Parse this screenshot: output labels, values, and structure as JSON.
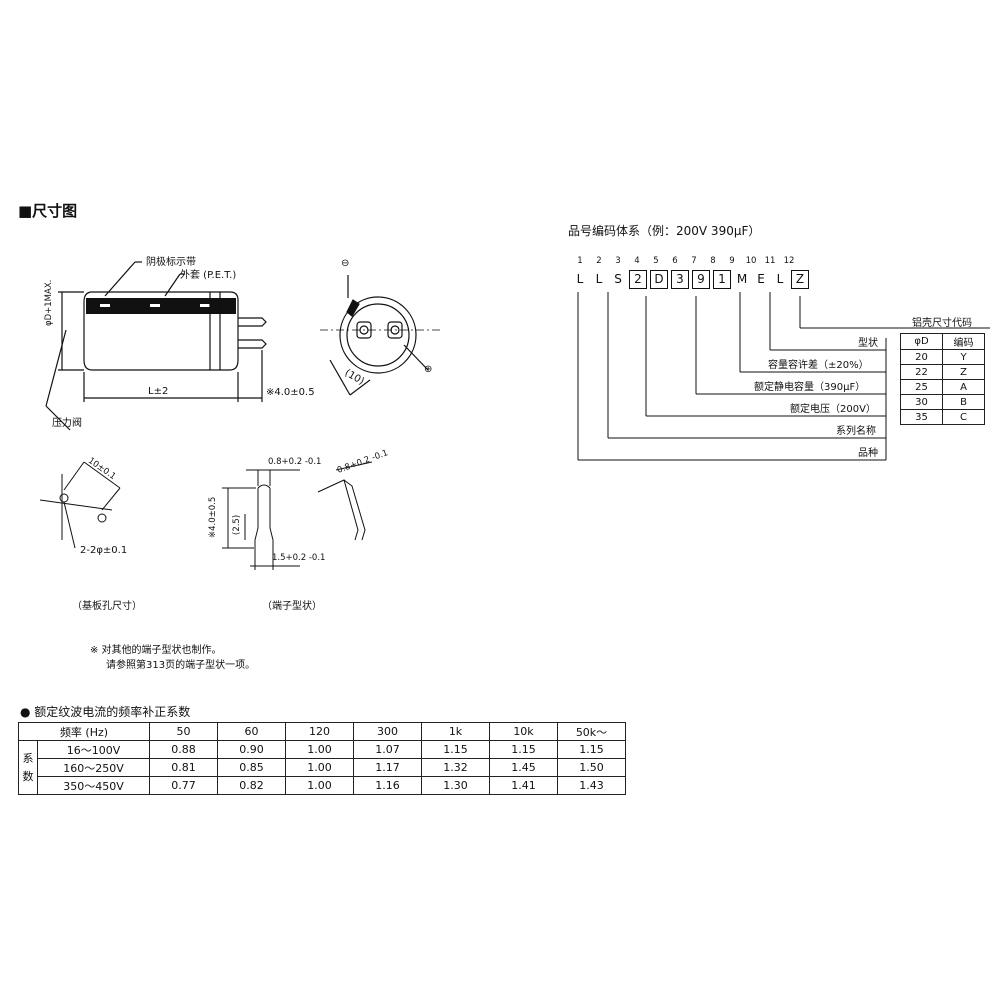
{
  "section_title": "■尺寸图",
  "drawing": {
    "cathode_band_label": "阴极标示带",
    "sleeve_label": "外套 (P.E.T.)",
    "diameter_label": "φD+1MAX.",
    "length_label": "L±2",
    "terminal_spacing_label": "※4.0±0.5",
    "vent_label": "压力阀",
    "pitch_label": "(10)",
    "minus_mark": "⊖",
    "plus_mark": "⊕",
    "pcb_pitch": "10±0.1",
    "pcb_hole": "2-2φ±0.1",
    "pcb_caption": "（基板孔尺寸）",
    "term_width": "0.8+0.2 -0.1",
    "term_width_2": "0.8+0.2 -0.1",
    "term_height": "※4.0±0.5",
    "term_25": "(2.5)",
    "term_base": "1.5+0.2 -0.1",
    "term_caption": "（端子型状）",
    "note_1": "※ 对其他的端子型状也制作。",
    "note_2": "请参照第313页的端子型状一项。"
  },
  "code_system": {
    "title": "品号编码体系（例：200V 390μF）",
    "positions": [
      "1",
      "2",
      "3",
      "4",
      "5",
      "6",
      "7",
      "8",
      "9",
      "10",
      "11",
      "12"
    ],
    "chars": [
      "L",
      "L",
      "S",
      "2",
      "D",
      "3",
      "9",
      "1",
      "M",
      "E",
      "L",
      "Z"
    ],
    "boxed": [
      false,
      false,
      false,
      true,
      true,
      true,
      true,
      true,
      false,
      false,
      false,
      true
    ],
    "labels": {
      "case_code": "铝壳尺寸代码",
      "shape": "型状",
      "tolerance": "容量容许差（±20%）",
      "capacitance": "额定静电容量（390μF）",
      "voltage": "额定电压（200V）",
      "series": "系列名称",
      "product": "品种"
    },
    "case_table": {
      "headers": [
        "φD",
        "编码"
      ],
      "rows": [
        [
          "20",
          "Y"
        ],
        [
          "22",
          "Z"
        ],
        [
          "25",
          "A"
        ],
        [
          "30",
          "B"
        ],
        [
          "35",
          "C"
        ]
      ]
    }
  },
  "freq_table": {
    "title": "● 额定纹波电流的频率补正系数",
    "freq_header": "频率 (Hz)",
    "freqs": [
      "50",
      "60",
      "120",
      "300",
      "1k",
      "10k",
      "50k～"
    ],
    "group_label_1": "系",
    "group_label_2": "数",
    "rows": [
      {
        "range": "16～100V",
        "values": [
          "0.88",
          "0.90",
          "1.00",
          "1.07",
          "1.15",
          "1.15",
          "1.15"
        ]
      },
      {
        "range": "160～250V",
        "values": [
          "0.81",
          "0.85",
          "1.00",
          "1.17",
          "1.32",
          "1.45",
          "1.50"
        ]
      },
      {
        "range": "350～450V",
        "values": [
          "0.77",
          "0.82",
          "1.00",
          "1.16",
          "1.30",
          "1.41",
          "1.43"
        ]
      }
    ]
  }
}
